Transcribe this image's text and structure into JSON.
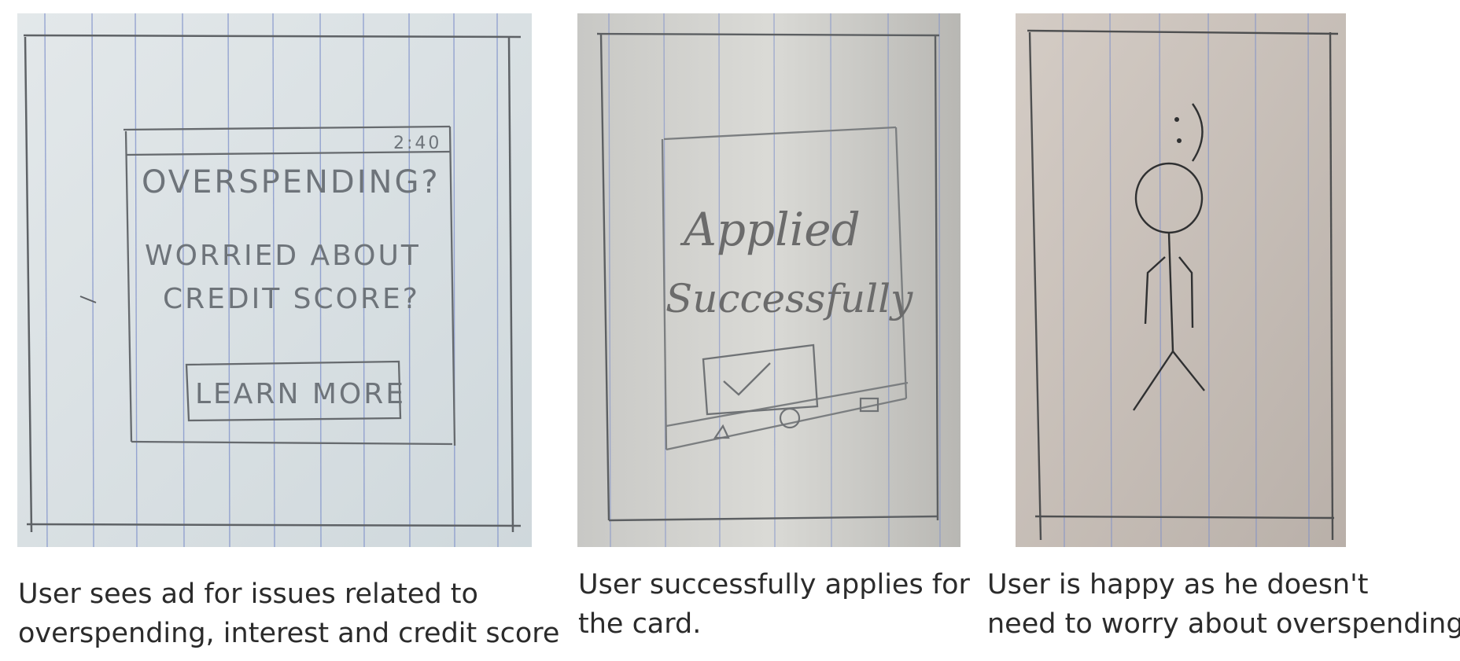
{
  "panels": [
    {
      "id": "ad-screen",
      "sketch": {
        "status_time": "2:40",
        "headline": "OVERSPENDING?",
        "body_line_1": "WORRIED ABOUT",
        "body_line_2": "CREDIT SCORE?",
        "button_label": "LEARN MORE"
      },
      "caption_lines": [
        "User sees ad for issues related to",
        "overspending, interest and credit score"
      ]
    },
    {
      "id": "applied-screen",
      "sketch": {
        "message_line_1": "Applied",
        "message_line_2": "Successfully"
      },
      "caption_lines": [
        "User successfully applies for",
        "the card."
      ]
    },
    {
      "id": "happy-user",
      "sketch": {
        "face": ":)"
      },
      "caption_lines": [
        "User is happy as he doesn't",
        "need to worry about overspending"
      ]
    }
  ],
  "colors": {
    "paper_1": "#d9e0e3",
    "paper_2": "#cfd0cd",
    "paper_3": "#c9c2bc",
    "pencil": "#5e6266",
    "rule_blue": "#7d8fc9"
  }
}
